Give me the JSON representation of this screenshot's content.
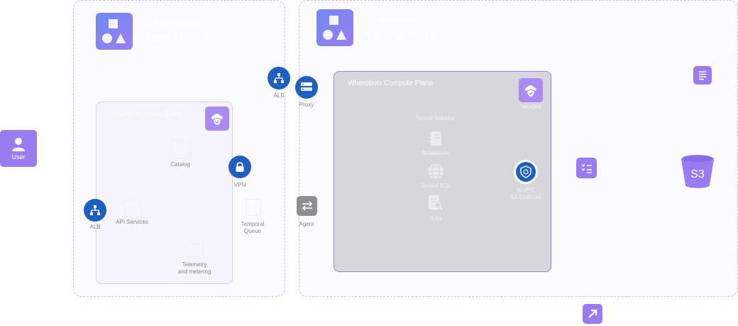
{
  "user": {
    "label": "User"
  },
  "wherobots_account": {
    "title_line1": "Wherobots",
    "title_line2": "AWS Account"
  },
  "customer_account": {
    "title_line1": "Customer",
    "title_line2": "AWS Account"
  },
  "control_plane": {
    "title": "Wherobots Control Plane",
    "catalog": "Catalog",
    "api_services": "API Services",
    "vpn": "VPN",
    "alb": "ALB",
    "temporal_line1": "Temporal",
    "temporal_line2": "Queue",
    "telemetry_line1": "Telemetry",
    "telemetry_line2": "and metering"
  },
  "top_alb": "ALB",
  "proxy": "Proxy",
  "agent": "Agent",
  "compute_plane": {
    "title": "Wherobots Compute Plane",
    "badge": "VPC+EKS",
    "tenant_isolation": "Tenant Isolation",
    "notebooks": "Notebooks",
    "spatial_sql": "Spatial SQL",
    "jobs": "Jobs",
    "s3_endpoint_line1": "In-VPC",
    "s3_endpoint_line2": "S3 Endpoint"
  },
  "storage": {
    "s3": "S3"
  },
  "colors": {
    "accent": "#9b7cf0",
    "blue": "#1f5fbf",
    "compute_bg": "#d7d6da"
  }
}
